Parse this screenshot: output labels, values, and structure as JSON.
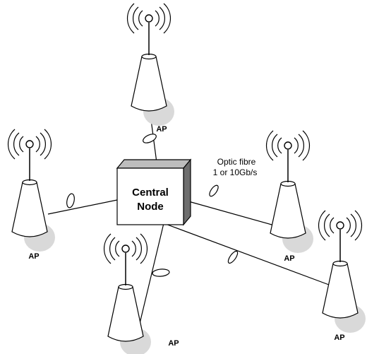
{
  "central_node": {
    "line1": "Central",
    "line2": "Node"
  },
  "link_annotation": {
    "line1": "Optic fibre",
    "line2": "1 or 10Gb/s"
  },
  "access_points": [
    {
      "id": "top",
      "label": "AP"
    },
    {
      "id": "left",
      "label": "AP"
    },
    {
      "id": "right",
      "label": "AP"
    },
    {
      "id": "bottom",
      "label": "AP"
    },
    {
      "id": "far-right",
      "label": "AP"
    }
  ]
}
